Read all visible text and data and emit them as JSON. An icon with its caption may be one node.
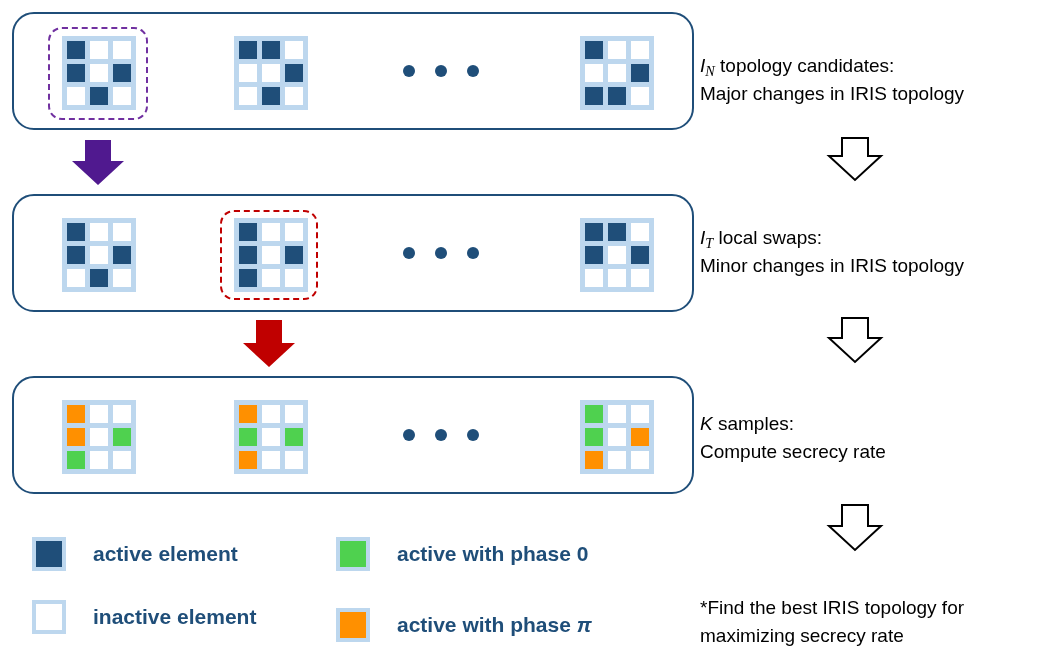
{
  "diagram": {
    "nodes": [
      {
        "text": [],
        "shape": "box"
      },
      {
        "text": [],
        "shape": "box",
        "in": 0
      },
      {
        "text": [],
        "shape": "grid",
        "in": 1
      },
      {
        "text": [],
        "shape": "grid",
        "in": 0
      },
      {
        "text": [],
        "shape": "grid",
        "in": 0
      },
      {
        "text": [
          "*I*$_{N}$ topology candidates:",
          "Major changes in IRIS topology"
        ]
      },
      {
        "text": [],
        "shape": "box"
      },
      {
        "text": [],
        "shape": "grid",
        "in": 6
      },
      {
        "text": [],
        "shape": "box",
        "in": 6
      },
      {
        "text": [],
        "shape": "grid",
        "in": 8
      },
      {
        "text": [],
        "shape": "grid",
        "in": 6
      },
      {
        "text": [
          "*I*$_{T}$ local swaps:",
          "Minor changes in IRIS topology"
        ]
      },
      {
        "text": [],
        "shape": "box"
      },
      {
        "text": [],
        "shape": "grid",
        "in": 12
      },
      {
        "text": [],
        "shape": "grid",
        "in": 12
      },
      {
        "text": [],
        "shape": "grid",
        "in": 12
      },
      {
        "text": [
          "*K* samples:",
          "Compute secrecy rate"
        ]
      },
      {
        "text": [
          "*Find the best IRIS topology for maximizing secrecy rate"
        ]
      }
    ],
    "edges": [
      {
        "from": 1,
        "to": 6,
        "arrow": "to",
        "color": "#50198f"
      },
      {
        "from": 8,
        "to": 12,
        "arrow": "to",
        "color": "#c00000"
      },
      {
        "from": 5,
        "to": 11,
        "arrow": "to"
      },
      {
        "from": 11,
        "to": 16,
        "arrow": "to"
      },
      {
        "from": 16,
        "to": 17,
        "arrow": "to"
      }
    ],
    "legend": [
      {
        "text": "active element",
        "color": "#1f4e79"
      },
      {
        "text": "inactive element",
        "color": "#ffffff"
      },
      {
        "text": "active with phase 0",
        "color": "#4fd14f"
      },
      {
        "text": "active with phase *π*",
        "color": "#ff9000"
      }
    ]
  }
}
